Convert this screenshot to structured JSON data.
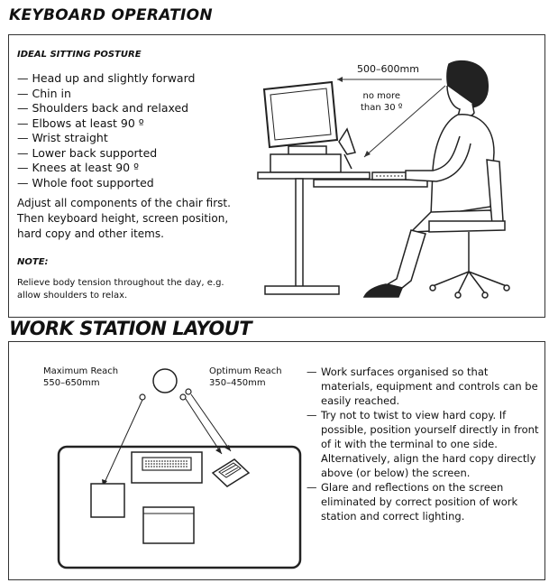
{
  "title": "KEYBOARD OPERATION",
  "posture": {
    "heading": "IDEAL SITTING POSTURE",
    "items": [
      "— Head up and slightly forward",
      "— Chin in",
      "— Shoulders back and relaxed",
      "— Elbows at least 90 º",
      "— Wrist straight",
      "— Lower back supported",
      "— Knees at least 90 º",
      "— Whole foot supported"
    ],
    "adjust_lines": [
      "Adjust all components of the chair first.",
      "Then keyboard height, screen position,",
      "hard copy and other items."
    ],
    "note_heading": "NOTE:",
    "note_lines": [
      "Relieve body tension throughout the day, e.g.",
      "allow shoulders to relax."
    ],
    "distance_label": "500–600mm",
    "angle_line1": "no more",
    "angle_line2": "than 30 º"
  },
  "layout": {
    "title": "WORK STATION LAYOUT",
    "max_reach_line1": "Maximum Reach",
    "max_reach_line2": "550–650mm",
    "opt_reach_line1": "Optimum Reach",
    "opt_reach_line2": "350–450mm",
    "items": [
      "Work surfaces organised so that materials, equipment and controls can be easily reached.",
      "Try not to twist to view hard copy. If possible, position yourself directly in front of it with the terminal to one side. Alternatively, align the hard copy directly above (or below) the screen.",
      "Glare and reflections on the screen eliminated by correct position of work station and correct lighting."
    ]
  }
}
